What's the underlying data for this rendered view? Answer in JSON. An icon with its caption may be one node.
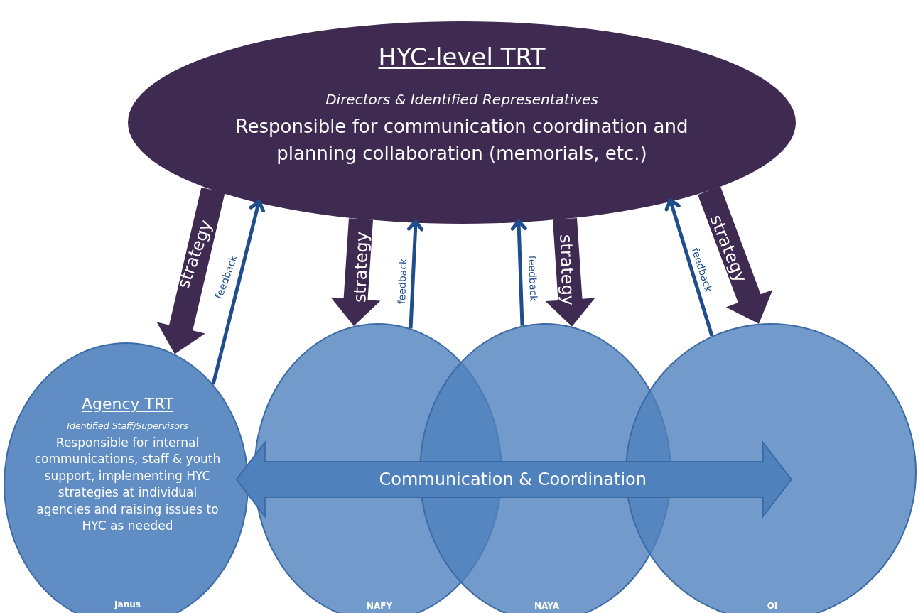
{
  "diagram": {
    "nodes": [
      {
        "text": [
          "HYC-level TRT",
          "Directors & Identified Representatives",
          "Responsible for communication coordination and planning collaboration (memorials, etc.)"
        ]
      },
      {
        "text": [
          "Agency TRT",
          "Identified Staff/Supervisors",
          "Responsible for internal communications, staff & youth support, implementing HYC strategies at individual agencies and raising issues to HYC as needed",
          "Janus"
        ]
      },
      {
        "text": [
          "NAFY"
        ]
      },
      {
        "text": [
          "NAYA"
        ]
      },
      {
        "text": [
          "OI"
        ]
      }
    ],
    "edges": [
      {
        "from": 0,
        "to": 1,
        "arrow": "to",
        "label": "strategy",
        "style": "thick",
        "color": "#3f2a52"
      },
      {
        "from": 1,
        "to": 0,
        "arrow": "to",
        "label": "feedback"
      },
      {
        "from": 0,
        "to": 2,
        "arrow": "to",
        "label": "strategy",
        "style": "thick",
        "color": "#3f2a52"
      },
      {
        "from": 2,
        "to": 0,
        "arrow": "to",
        "label": "feedback"
      },
      {
        "from": 3,
        "to": 0,
        "arrow": "to",
        "label": "feedback"
      },
      {
        "from": 0,
        "to": 3,
        "arrow": "to",
        "label": "strategy",
        "style": "thick",
        "color": "#3f2a52"
      },
      {
        "from": 4,
        "to": 0,
        "arrow": "to",
        "label": "feedback"
      },
      {
        "from": 0,
        "to": 4,
        "arrow": "to",
        "label": "strategy",
        "style": "thick",
        "color": "#3f2a52"
      },
      {
        "from": 1,
        "to": 4,
        "arrow": "both",
        "label": "Communication & Coordination",
        "style": "thick",
        "color": "#4f81bd"
      }
    ]
  }
}
